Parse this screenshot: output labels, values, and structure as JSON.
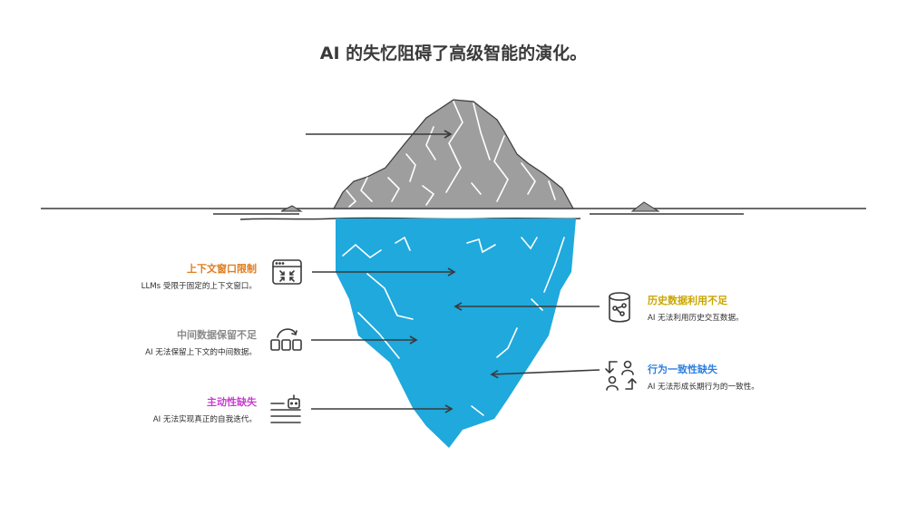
{
  "title": "AI 的失忆阻碍了高级智能的演化。",
  "colors": {
    "ice_above": "#9e9e9e",
    "ice_below": "#1fa9dd",
    "outline": "#3a3a3a",
    "context": "#e07b1c",
    "intermediate": "#8a8a8a",
    "proactive": "#c73fcf",
    "history": "#c9a500",
    "behavior": "#2f7fde"
  },
  "items": {
    "context": {
      "heading": "上下文窗口限制",
      "desc": "LLMs 受限于固定的上下文窗口。",
      "icon": "window-compress-icon"
    },
    "intermediate": {
      "heading": "中间数据保留不足",
      "desc": "AI 无法保留上下文的中间数据。",
      "icon": "boxes-flow-icon"
    },
    "proactive": {
      "heading": "主动性缺失",
      "desc": "AI 无法实现真正的自我迭代。",
      "icon": "robot-list-icon"
    },
    "history": {
      "heading": "历史数据利用不足",
      "desc": "AI 无法利用历史交互数据。",
      "icon": "database-icon"
    },
    "behavior": {
      "heading": "行为一致性缺失",
      "desc": "AI 无法形成长期行为的一致性。",
      "icon": "users-exchange-icon"
    }
  }
}
